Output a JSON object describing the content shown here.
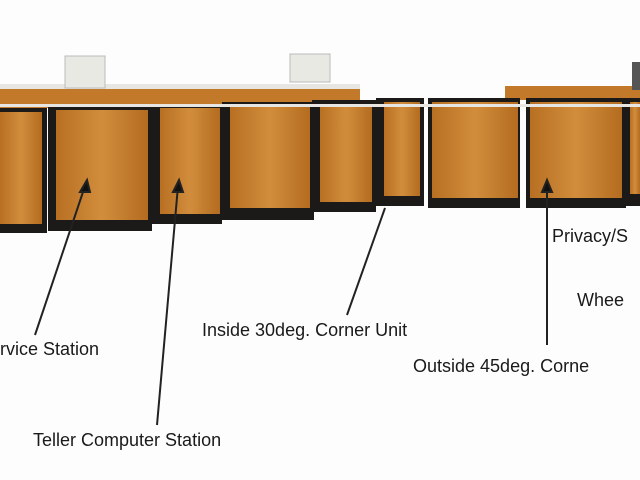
{
  "labels": {
    "service_station": "rvice Station",
    "teller_computer_station": "Teller Computer Station",
    "inside_corner": "Inside 30deg. Corner Unit",
    "outside_corner": "Outside 45deg. Corne",
    "privacy": "Privacy/S",
    "wheel": "Whee"
  },
  "colors": {
    "wood": "#c9822f",
    "wood_dark": "#a8631d",
    "base": "#1c1a18",
    "counter": "#e8e6e2"
  }
}
